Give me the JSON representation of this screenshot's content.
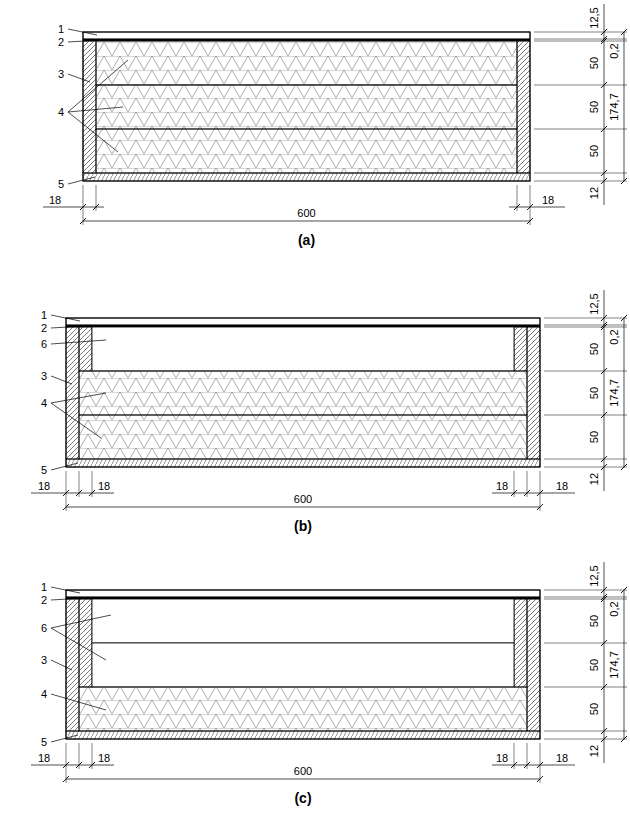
{
  "diagram": {
    "labels": [
      "1",
      "2",
      "3",
      "4",
      "5",
      "12,5",
      "0,2",
      "50",
      "50",
      "50",
      "174,7",
      "12",
      "18",
      "600",
      "18",
      "(a)",
      "1",
      "2",
      "6",
      "3",
      "4",
      "5",
      "12,5",
      "0,2",
      "50",
      "50",
      "50",
      "174,7",
      "12",
      "18",
      "18",
      "600",
      "18",
      "18",
      "(b)",
      "1",
      "2",
      "6",
      "3",
      "4",
      "5",
      "12,5",
      "0,2",
      "50",
      "50",
      "50",
      "174,7",
      "12",
      "18",
      "18",
      "600",
      "18",
      "18",
      "(c)"
    ]
  }
}
